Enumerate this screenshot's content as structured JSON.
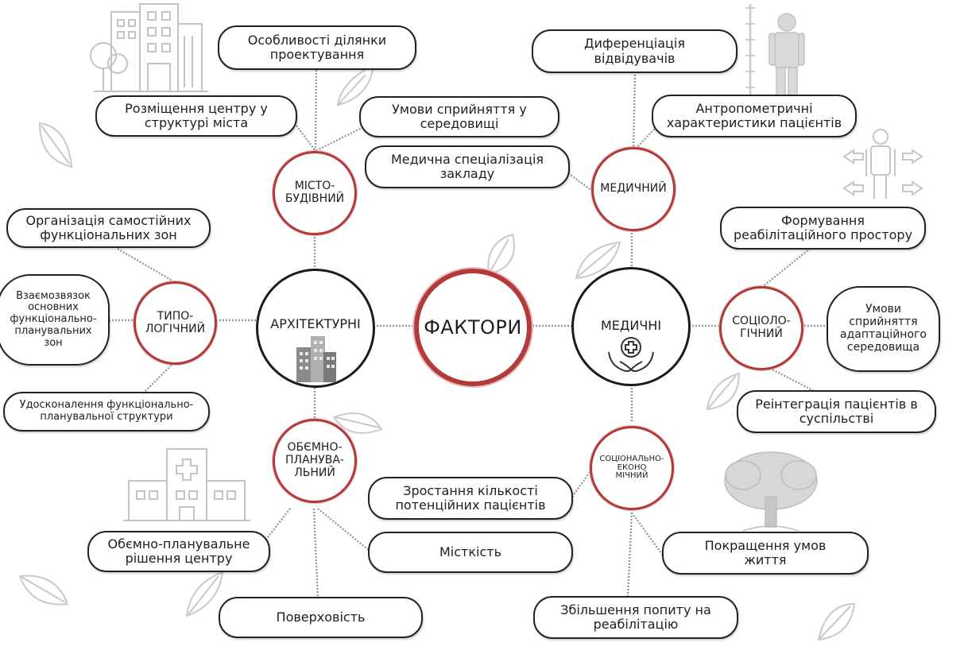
{
  "diagram": {
    "center": "ФАКТОРИ",
    "hubs": {
      "architectural": "АРХІТЕКТУРНІ",
      "medical": "МЕДИЧНІ"
    },
    "categories": {
      "urban": "МІСТО-\nБУДІВНИЙ",
      "typological": "ТИПО-\nЛОГІЧНИЙ",
      "spatial": "ОБЄМНО-\nПЛАНУВА-\nЛЬНИЙ",
      "medical": "МЕДИЧНИЙ",
      "sociological": "СОЦІОЛО-\nГІЧНИЙ",
      "socioeconomic": "СОЦІОНАЛЬНО-\nЕКОНО\nМІЧНИЙ"
    },
    "factors": {
      "site_features": "Особливості ділянки\nпроектування",
      "city_placement": "Розміщення центру у\nструктурі міста",
      "environment_perception": "Умови сприйняття у\nсередовищі",
      "zones_organization": "Організація самостійних\nфункціональних зон",
      "zones_interrelation": "Взаємозвязок\nосновних\nфункціонально-\nпланувальних\nзон",
      "structure_improvement": "Удосконалення функціонально-\nпланувальної структури",
      "volume_solution": "Обємно-планувальне\nрішення центру",
      "capacity": "Місткість",
      "floors": "Поверховість",
      "visitor_differentiation": "Диференціація\nвідвідувачів",
      "anthropometric": "Антропометричні\nхарактеристики пацієнтів",
      "medical_specialization": "Медична спеціалізація\nзакладу",
      "rehab_space": "Формування\nреабілітаційного простору",
      "adaptive_perception": "Умови\nсприйняття\nадаптаційного\nсередовища",
      "reintegration": "Реінтеграція пацієнтів в\nсуспільстві",
      "patient_growth": "Зростання кількості\nпотенційних пацієнтів",
      "living_conditions": "Покращення умов\nжиття",
      "rehab_demand": "Збільшення попиту на\nреабілітацію"
    }
  },
  "colors": {
    "accent_red": "#b33a3a",
    "outline": "#222222",
    "connector": "#8d9aa6",
    "decor": "#c8c8c8"
  },
  "icons": [
    "buildings-icon",
    "hands-cross-icon",
    "city-skyline-icon",
    "human-height-icon",
    "human-stretch-icon",
    "hospital-icon",
    "tree-icon",
    "leaf-icon"
  ]
}
